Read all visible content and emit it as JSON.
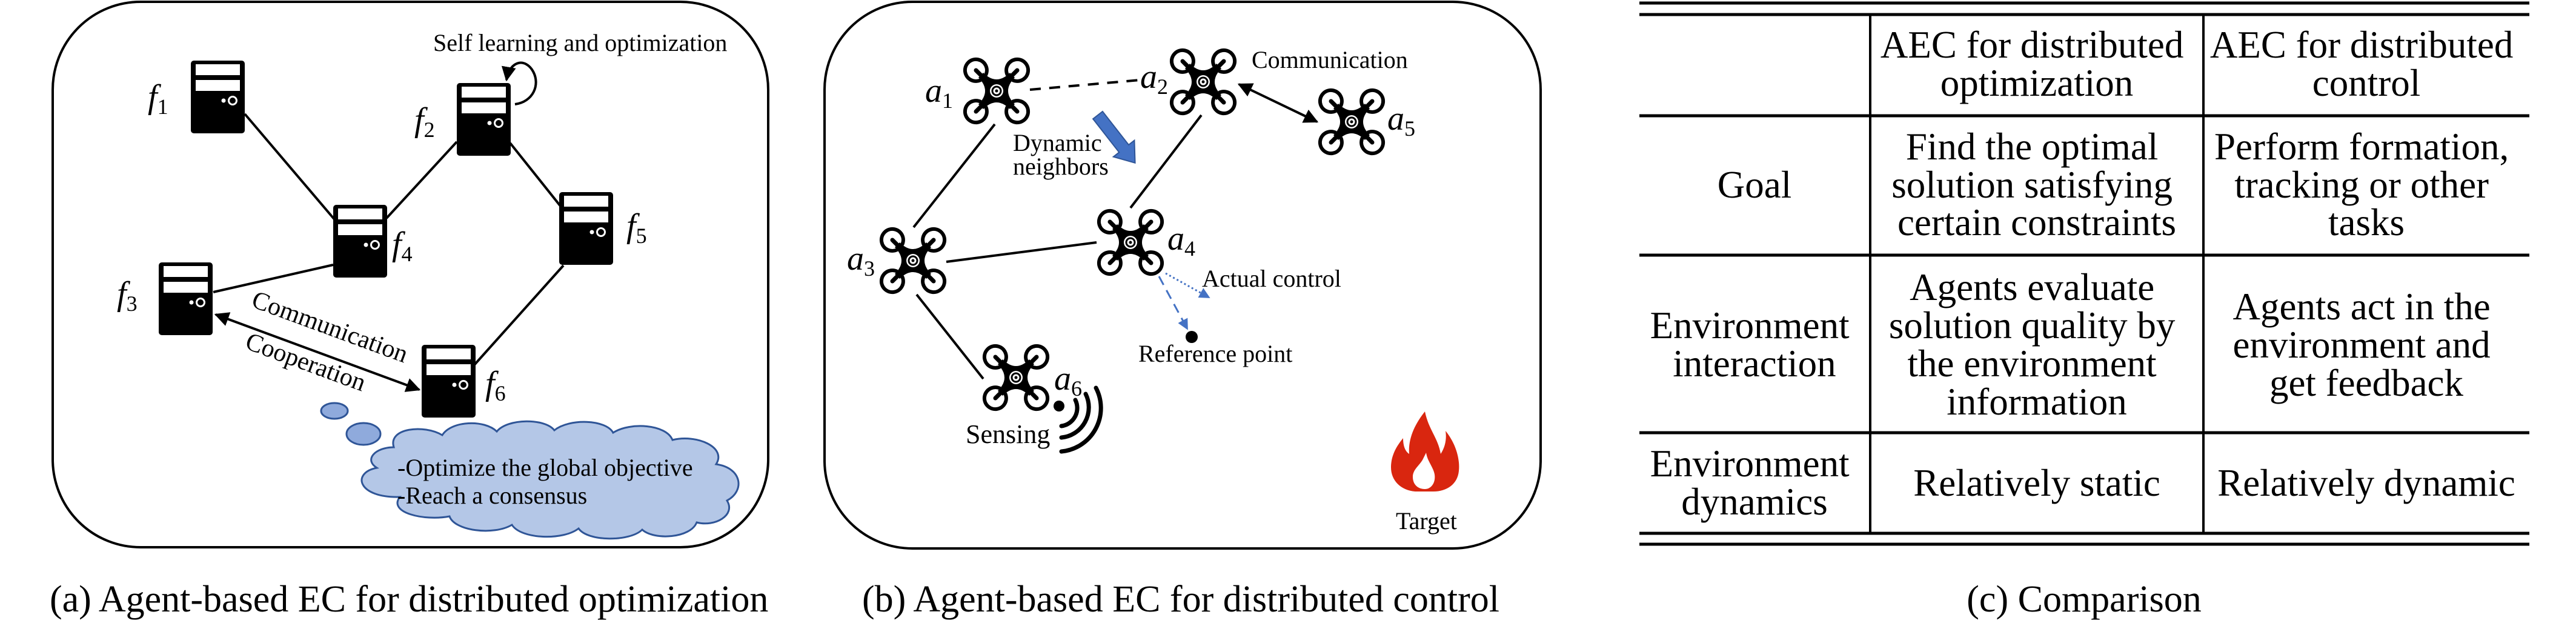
{
  "colors": {
    "ink": "#000000",
    "cloud_fill": "#b4c7e7",
    "cloud_stroke": "#2f5597",
    "bubble_fill": "#8faadc",
    "accent_blue": "#4472c4",
    "fire_red": "#d9260f"
  },
  "panel_a": {
    "caption": "(a) Agent-based EC for distributed optimization",
    "self_loop_label": "Self learning and optimization",
    "link_label_top": "Communication",
    "link_label_bottom": "Cooperation",
    "thought_lines": [
      "-Optimize the global objective",
      "-Reach a consensus"
    ],
    "nodes": [
      {
        "name": "f",
        "index": "1",
        "icon": "server-icon"
      },
      {
        "name": "f",
        "index": "2",
        "icon": "server-icon"
      },
      {
        "name": "f",
        "index": "3",
        "icon": "server-icon"
      },
      {
        "name": "f",
        "index": "4",
        "icon": "server-icon"
      },
      {
        "name": "f",
        "index": "5",
        "icon": "server-icon"
      },
      {
        "name": "f",
        "index": "6",
        "icon": "server-icon"
      }
    ],
    "edges": [
      [
        "f1",
        "f4"
      ],
      [
        "f4",
        "f2"
      ],
      [
        "f2",
        "f5"
      ],
      [
        "f4",
        "f3"
      ],
      [
        "f5",
        "f6"
      ]
    ],
    "double_arrow": [
      "f3",
      "f6"
    ],
    "self_loop": "f2"
  },
  "panel_b": {
    "caption": "(b) Agent-based EC for distributed control",
    "communication_label": "Communication",
    "dynamic_label_line1": "Dynamic",
    "dynamic_label_line2": "neighbors",
    "actual_control_label": "Actual control",
    "reference_point_label": "Reference point",
    "sensing_label": "Sensing",
    "target_label": "Target",
    "agents": [
      {
        "name": "a",
        "index": "1",
        "icon": "drone-icon"
      },
      {
        "name": "a",
        "index": "2",
        "icon": "drone-icon"
      },
      {
        "name": "a",
        "index": "3",
        "icon": "drone-icon"
      },
      {
        "name": "a",
        "index": "4",
        "icon": "drone-icon"
      },
      {
        "name": "a",
        "index": "5",
        "icon": "drone-icon"
      },
      {
        "name": "a",
        "index": "6",
        "icon": "drone-icon"
      }
    ],
    "edges": [
      [
        "a1",
        "a3"
      ],
      [
        "a2",
        "a4"
      ],
      [
        "a3",
        "a4"
      ],
      [
        "a3",
        "a6"
      ]
    ],
    "dashed_edge": [
      "a1",
      "a2"
    ],
    "double_arrow": [
      "a2",
      "a5"
    ]
  },
  "panel_c": {
    "caption": "(c) Comparison",
    "header": [
      "",
      "AEC for distributed optimization",
      "AEC for distributed control"
    ],
    "header_lines": [
      [],
      [
        "AEC for distributed",
        "optimization"
      ],
      [
        "AEC for distributed",
        "control"
      ]
    ],
    "rows": [
      {
        "label_lines": [
          "Goal"
        ],
        "optimization_lines": [
          "Find the optimal",
          "solution satisfying",
          "certain constraints"
        ],
        "control_lines": [
          "Perform formation,",
          "tracking or other",
          "tasks"
        ]
      },
      {
        "label_lines": [
          "Environment",
          "interaction"
        ],
        "optimization_lines": [
          "Agents evaluate",
          "solution quality by",
          "the environment",
          "information"
        ],
        "control_lines": [
          "Agents act in the",
          "environment and",
          "get feedback"
        ]
      },
      {
        "label_lines": [
          "Environment",
          "dynamics"
        ],
        "optimization_lines": [
          "Relatively static"
        ],
        "control_lines": [
          "Relatively dynamic"
        ]
      }
    ]
  }
}
